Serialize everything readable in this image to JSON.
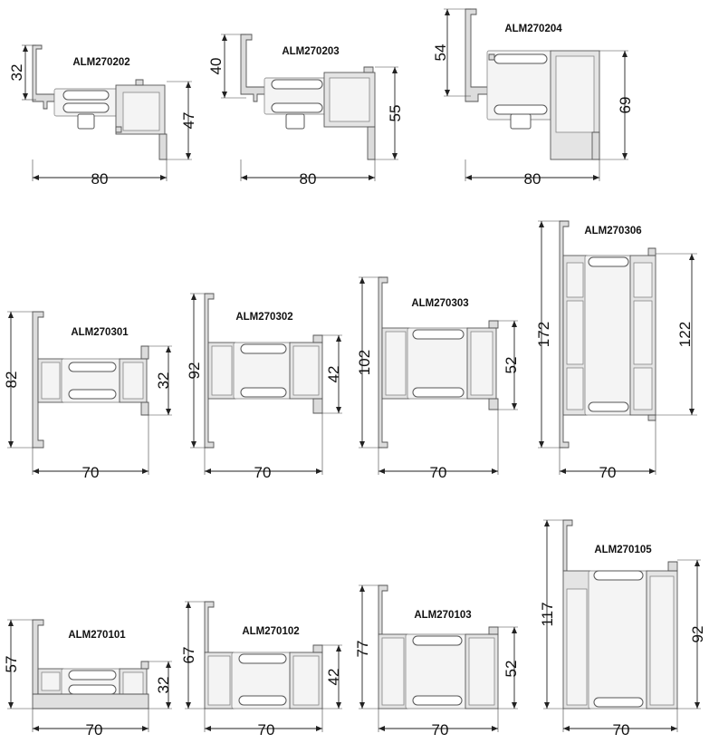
{
  "profiles": [
    {
      "code": "ALM270202",
      "height_dim": "32",
      "right_dim": "47",
      "width_dim": "80"
    },
    {
      "code": "ALM270203",
      "height_dim": "40",
      "right_dim": "55",
      "width_dim": "80"
    },
    {
      "code": "ALM270204",
      "height_dim": "54",
      "right_dim": "69",
      "width_dim": "80"
    },
    {
      "code": "ALM270301",
      "height_dim": "82",
      "right_dim": "32",
      "width_dim": "70"
    },
    {
      "code": "ALM270302",
      "height_dim": "92",
      "right_dim": "42",
      "width_dim": "70"
    },
    {
      "code": "ALM270303",
      "height_dim": "102",
      "right_dim": "52",
      "width_dim": "70"
    },
    {
      "code": "ALM270306",
      "height_dim": "172",
      "right_dim": "122",
      "width_dim": "70"
    },
    {
      "code": "ALM270101",
      "height_dim": "57",
      "right_dim": "32",
      "width_dim": "70"
    },
    {
      "code": "ALM270102",
      "height_dim": "67",
      "right_dim": "42",
      "width_dim": "70"
    },
    {
      "code": "ALM270103",
      "height_dim": "77",
      "right_dim": "52",
      "width_dim": "70"
    },
    {
      "code": "ALM270105",
      "height_dim": "117",
      "right_dim": "92",
      "width_dim": "70"
    }
  ]
}
